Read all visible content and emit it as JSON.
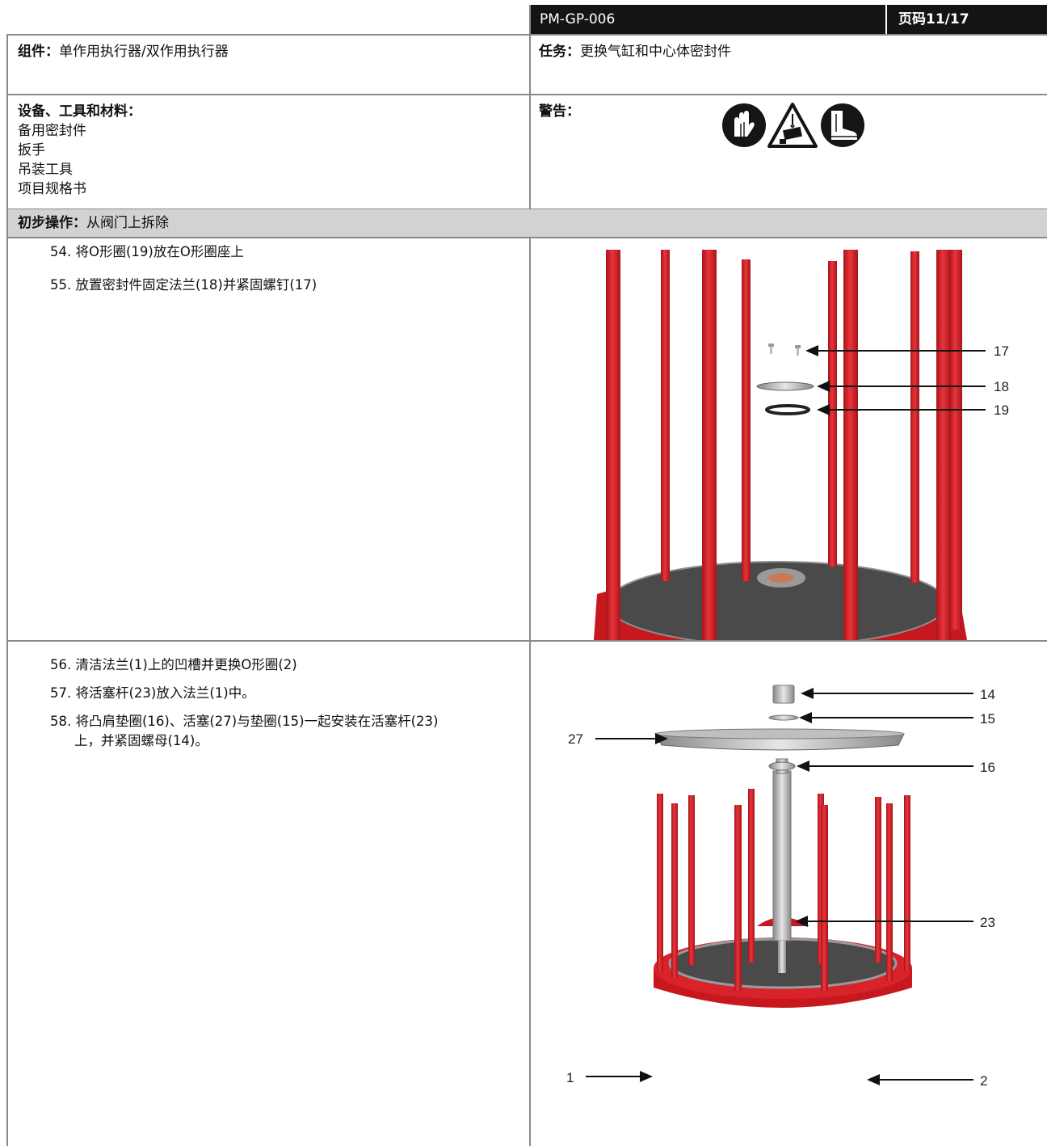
{
  "header": {
    "doc_id": "PM-GP-006",
    "page_label": "页码11/17"
  },
  "component": {
    "label": "组件：",
    "value": "单作用执行器/双作用执行器"
  },
  "task": {
    "label": "任务：",
    "value": "更换气缸和中心体密封件"
  },
  "equipment": {
    "label": "设备、工具和材料：",
    "items": [
      "备用密封件",
      "扳手",
      "吊装工具",
      "项目规格书"
    ]
  },
  "warning": {
    "label": "警告：",
    "icons": [
      "gloves-icon",
      "suspended-load-hazard-icon",
      "safety-boots-icon"
    ]
  },
  "preliminary": {
    "label": "初步操作：",
    "value": "从阀门上拆除"
  },
  "section1": {
    "steps": [
      "54. 将O形圈(19)放在O形圈座上",
      "55. 放置密封件固定法兰(18)并紧固螺钉(17)"
    ],
    "callouts": [
      "17",
      "18",
      "19"
    ]
  },
  "section2": {
    "steps": [
      "56. 清洁法兰(1)上的凹槽并更换O形圈(2)",
      "57. 将活塞杆(23)放入法兰(1)中。",
      "58. 将凸肩垫圈(16)、活塞(27)与垫圈(15)一起安装在活塞杆(23)",
      "上，并紧固螺母(14)。"
    ],
    "callouts": [
      "14",
      "15",
      "27",
      "16",
      "23",
      "1",
      "2"
    ]
  },
  "colors": {
    "rod_red": "#d8232a",
    "header_bg": "#141414",
    "row_gray": "#d2d2d2"
  }
}
